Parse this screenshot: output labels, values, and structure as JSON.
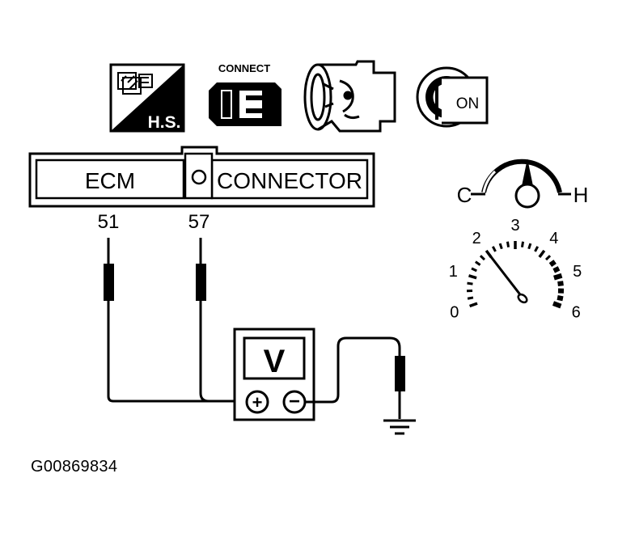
{
  "icons": {
    "hs_badge": "H.S.",
    "connect_label": "CONNECT",
    "ignition_label": "ON"
  },
  "connector": {
    "left_label": "ECM",
    "right_label": "CONNECTOR"
  },
  "pins": {
    "positive": "51",
    "negative_ref": "57"
  },
  "voltmeter": {
    "symbol": "V",
    "plus": "+",
    "minus": "−"
  },
  "temp_gauge": {
    "cold": "C",
    "hot": "H"
  },
  "tachometer": {
    "ticks": [
      "0",
      "1",
      "2",
      "3",
      "4",
      "5",
      "6"
    ],
    "needle_value": 2
  },
  "figure_id": "G00869834",
  "colors": {
    "ink": "#000000",
    "paper": "#ffffff"
  }
}
